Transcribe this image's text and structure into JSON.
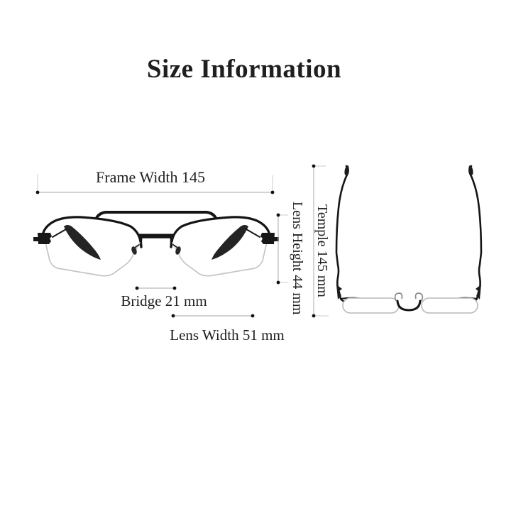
{
  "title": "Size Information",
  "measurements": {
    "frame_width": {
      "label": "Frame Width 145",
      "value_mm": 145
    },
    "lens_height": {
      "label": "Lens Height 44 mm",
      "value_mm": 44
    },
    "temple": {
      "label": "Temple 145 mm",
      "value_mm": 145
    },
    "bridge": {
      "label": "Bridge 21 mm",
      "value_mm": 21
    },
    "lens_width": {
      "label": "Lens Width 51 mm",
      "value_mm": 51
    }
  },
  "views": {
    "front_view": "glasses front view (aviator half-rim, double bridge, folded temples)",
    "top_view": "glasses top view (temples extended)"
  },
  "colors": {
    "background": "#ffffff",
    "text": "#1f1f1f",
    "frame_black": "#151515",
    "measure_line_gray": "#b9b9b9",
    "lens_edge_gray": "#c4c4c4"
  }
}
